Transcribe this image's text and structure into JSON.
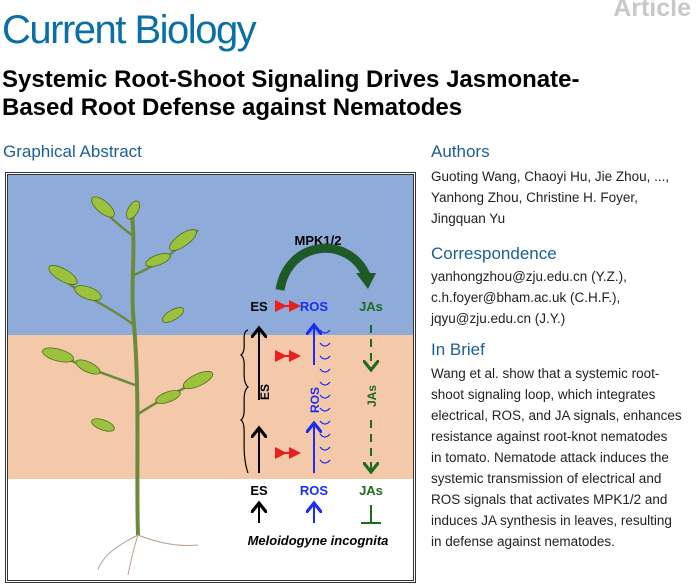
{
  "header": {
    "article_type": "Article",
    "journal": "Current Biology",
    "title_line1": "Systemic Root-Shoot Signaling Drives Jasmonate-",
    "title_line2": "Based Root Defense against Nematodes"
  },
  "graphical_abstract": {
    "heading": "Graphical Abstract",
    "labels": {
      "mpk": "MPK1/2",
      "es": "ES",
      "ros": "ROS",
      "jas": "JAs",
      "es_vertical": "ES",
      "ros_vertical": "ROS",
      "jas_vertical": "JAs",
      "nematode": "Meloidogyne incognita"
    },
    "colors": {
      "shoot_bg": "#8eabd9",
      "root_bg": "#f4c9aa",
      "ros": "#1a2ef0",
      "jas": "#1e6b1e",
      "red": "#e8201e"
    }
  },
  "authors": {
    "heading": "Authors",
    "lines": [
      "Guoting Wang, Chaoyi Hu, Jie Zhou, ...,",
      "Yanhong Zhou, Christine H. Foyer,",
      "Jingquan Yu"
    ]
  },
  "correspondence": {
    "heading": "Correspondence",
    "lines": [
      "yanhongzhou@zju.edu.cn (Y.Z.),",
      "c.h.foyer@bham.ac.uk (C.H.F.),",
      "jqyu@zju.edu.cn (J.Y.)"
    ]
  },
  "in_brief": {
    "heading": "In Brief",
    "lines": [
      "Wang et al. show that a systemic root-",
      "shoot signaling loop, which integrates",
      "electrical, ROS, and JA signals, enhances",
      "resistance against root-knot nematodes",
      "in tomato. Nematode attack induces the",
      "systemic transmission of electrical and",
      "ROS signals that activates MPK1/2 and",
      "induces JA synthesis in leaves, resulting",
      "in defense against nematodes."
    ]
  }
}
